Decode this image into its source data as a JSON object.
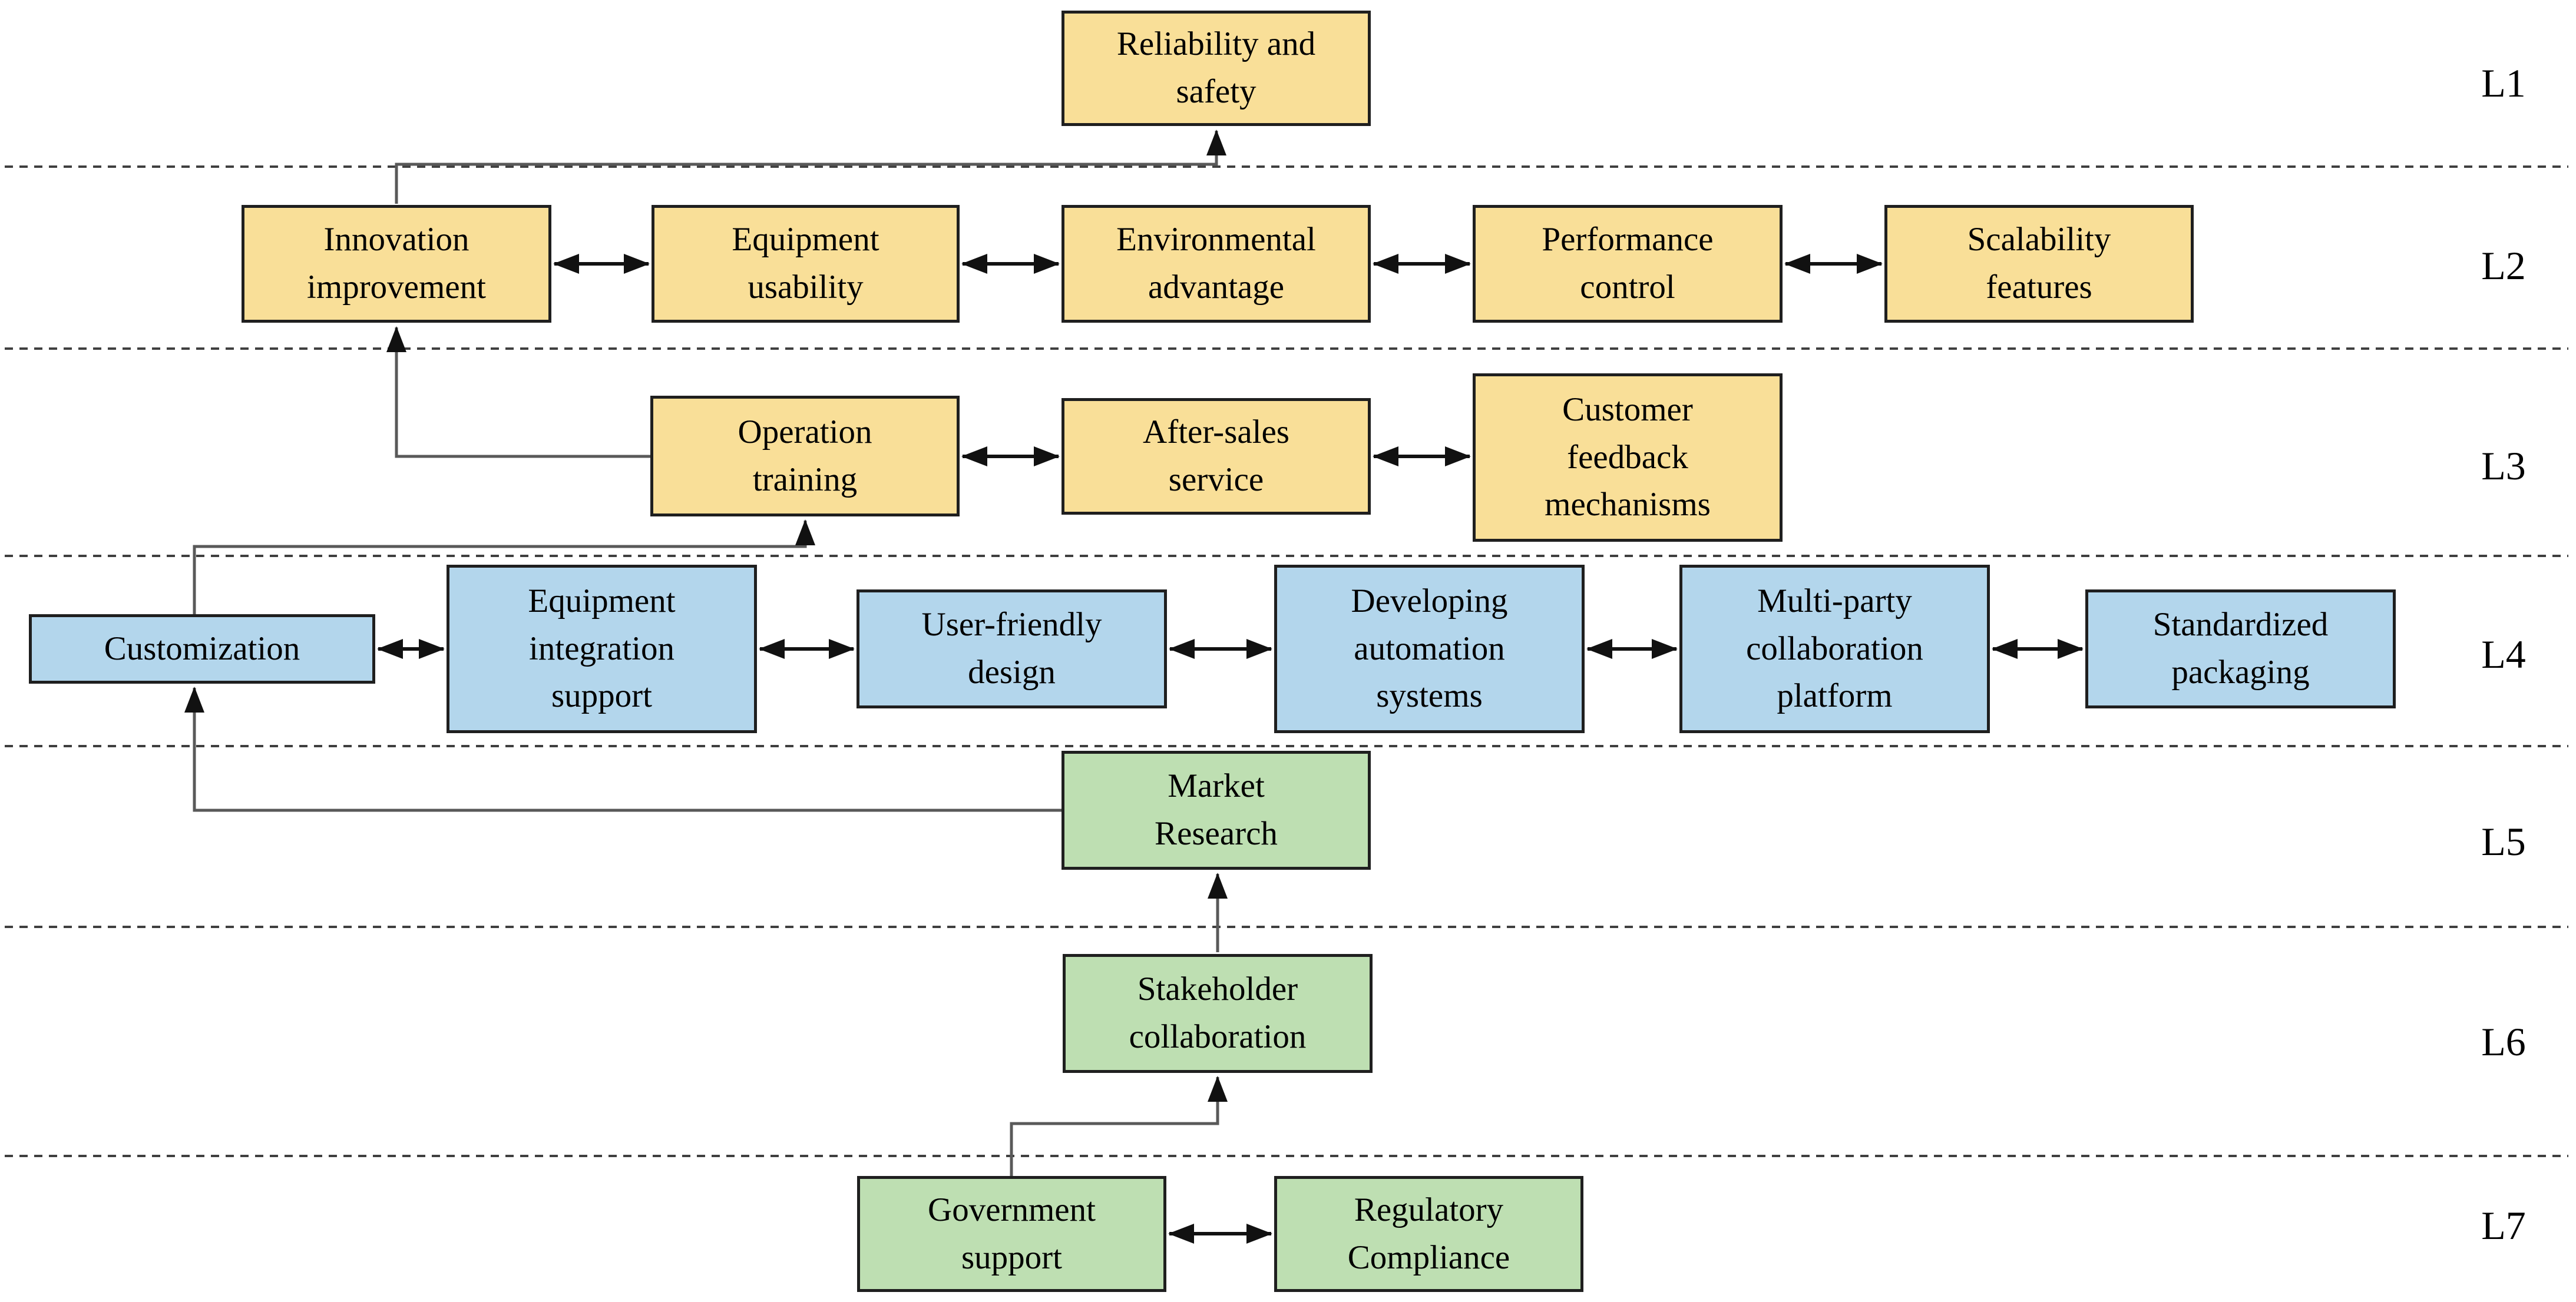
{
  "colors": {
    "top_levels_fill": "#F9DF98",
    "middle_level_fill": "#B3D6EC",
    "bottom_levels_fill": "#BEDFB2",
    "box_border": "#1f1f1f",
    "connector_line": "#595959",
    "arrowhead": "#111111",
    "separator_line": "#3f3f3f",
    "background": "#ffffff"
  },
  "levels": [
    {
      "label": "L1",
      "boxes": [
        {
          "label": "Reliability and\nsafety"
        }
      ]
    },
    {
      "label": "L2",
      "boxes": [
        {
          "label": "Innovation\nimprovement"
        },
        {
          "label": "Equipment\nusability"
        },
        {
          "label": "Environmental\nadvantage"
        },
        {
          "label": "Performance\ncontrol"
        },
        {
          "label": "Scalability\nfeatures"
        }
      ]
    },
    {
      "label": "L3",
      "boxes": [
        {
          "label": "Operation\ntraining"
        },
        {
          "label": "After-sales\nservice"
        },
        {
          "label": "Customer\nfeedback\nmechanisms"
        }
      ]
    },
    {
      "label": "L4",
      "boxes": [
        {
          "label": "Customization"
        },
        {
          "label": "Equipment\nintegration\nsupport"
        },
        {
          "label": "User-friendly\ndesign"
        },
        {
          "label": "Developing\nautomation\nsystems"
        },
        {
          "label": "Multi-party\ncollaboration\nplatform"
        },
        {
          "label": "Standardized\npackaging"
        }
      ]
    },
    {
      "label": "L5",
      "boxes": [
        {
          "label": "Market\nResearch"
        }
      ]
    },
    {
      "label": "L6",
      "boxes": [
        {
          "label": "Stakeholder\ncollaboration"
        }
      ]
    },
    {
      "label": "L7",
      "boxes": [
        {
          "label": "Government\nsupport"
        },
        {
          "label": "Regulatory\nCompliance"
        }
      ]
    }
  ],
  "edges": {
    "directed": [
      {
        "from": "Innovation improvement",
        "to": "Reliability and safety"
      },
      {
        "from": "Operation training",
        "to": "Innovation improvement"
      },
      {
        "from": "Customization",
        "to": "Operation training"
      },
      {
        "from": "Market Research",
        "to": "Customization"
      },
      {
        "from": "Stakeholder collaboration",
        "to": "Market Research"
      },
      {
        "from": "Government support",
        "to": "Stakeholder collaboration"
      }
    ],
    "bidirectional": [
      [
        "Innovation improvement",
        "Equipment usability"
      ],
      [
        "Equipment usability",
        "Environmental advantage"
      ],
      [
        "Environmental advantage",
        "Performance control"
      ],
      [
        "Performance control",
        "Scalability features"
      ],
      [
        "Operation training",
        "After-sales service"
      ],
      [
        "After-sales service",
        "Customer feedback mechanisms"
      ],
      [
        "Customization",
        "Equipment integration support"
      ],
      [
        "Equipment integration support",
        "User-friendly design"
      ],
      [
        "User-friendly design",
        "Developing automation systems"
      ],
      [
        "Developing automation systems",
        "Multi-party collaboration platform"
      ],
      [
        "Multi-party collaboration platform",
        "Standardized packaging"
      ],
      [
        "Government support",
        "Regulatory Compliance"
      ]
    ]
  }
}
